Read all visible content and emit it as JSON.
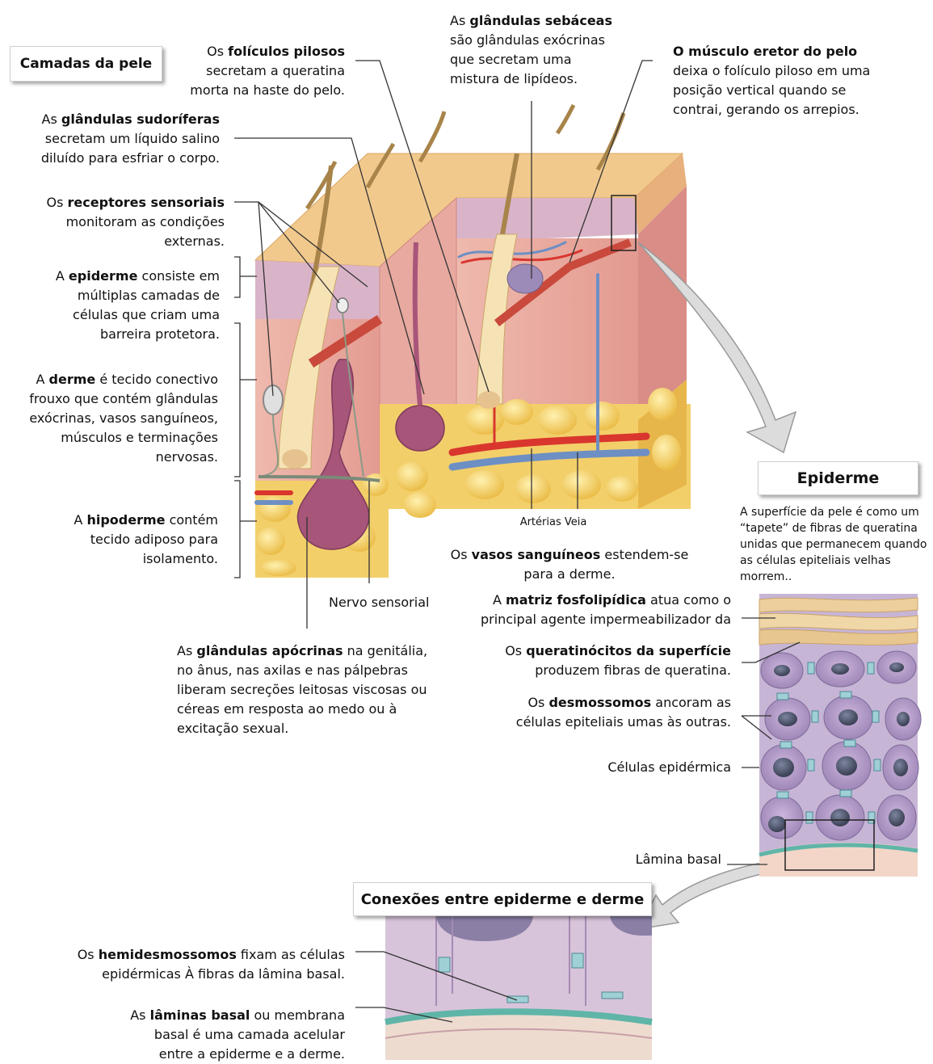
{
  "titles": {
    "main": "Camadas da pele",
    "epidermis": "Epiderme",
    "connections": "Conexões entre epiderme e derme"
  },
  "labels": {
    "folliculos_pre": "Os ",
    "folliculos_bold": "folículos pilosos",
    "folliculos_rest": "secretam a queratina morta na haste do pelo.",
    "sebaceas_pre": "As ",
    "sebaceas_bold": "glândulas sebáceas",
    "sebaceas_rest": "são glândulas exócrinas que secretam uma mistura de lipídeos.",
    "eretor_bold": "O músculo eretor do pelo",
    "eretor_rest": "deixa o folículo piloso em uma posição vertical quando se contrai, gerando os arrepios.",
    "sudoriferas_pre": "As ",
    "sudoriferas_bold": "glândulas sudoríferas",
    "sudoriferas_rest": "secretam um líquido salino diluído para esfriar o corpo.",
    "receptores_pre": "Os ",
    "receptores_bold": "receptores sensoriais",
    "receptores_rest": "monitoram as condições externas.",
    "epiderme_pre": "A ",
    "epiderme_bold": "epiderme",
    "epiderme_rest": " consiste em múltiplas camadas de células que criam uma barreira protetora.",
    "derme_pre": "A ",
    "derme_bold": "derme",
    "derme_rest": " é tecido conectivo frouxo que contém glândulas exócrinas, vasos sanguíneos, músculos e terminações nervosas.",
    "hipoderme_pre": "A ",
    "hipoderme_bold": "hipoderme",
    "hipoderme_rest": " contém tecido adiposo para isolamento.",
    "nervo": "Nervo sensorial",
    "arterias": "Artérias Veia",
    "vasos_pre": "Os ",
    "vasos_bold": "vasos sanguíneos",
    "vasos_rest": " estendem-se para a derme.",
    "apocrinas_pre": "As ",
    "apocrinas_bold": "glândulas apócrinas",
    "apocrinas_rest": " na genitália, no ânus, nas axilas e nas pálpebras liberam secreções leitosas viscosas ou céreas em resposta ao medo ou à excitação sexual.",
    "matriz_pre": "A ",
    "matriz_bold": "matriz fosfolipídica",
    "matriz_rest": " atua como o principal agente impermeabilizador da",
    "queratinocitos_pre": "Os ",
    "queratinocitos_bold": "queratinócitos da superfície",
    "queratinocitos_rest": "produzem fibras de queratina.",
    "desmossomos_pre": "Os ",
    "desmossomos_bold": "desmossomos",
    "desmossomos_rest": " ancoram as células epiteliais umas às outras.",
    "celulas": "Células epidérmica",
    "lamina": "Lâmina basal",
    "superficie": "A superfície da pele é como um “tapete” de fibras de queratina unidas que permanecem quando as células epiteliais velhas morrem..",
    "hemides_pre": "Os ",
    "hemides_bold": "hemidesmossomos",
    "hemides_rest": " fixam as células epidérmicas À fibras da lâmina basal.",
    "laminas_pre": "As ",
    "laminas_bold": "lâminas basal",
    "laminas_rest": " ou membrana basal é uma camada acelular entre a epiderme e a derme."
  },
  "colors": {
    "skin_top": "#f2c98d",
    "epidermis": "#d9b4c8",
    "dermis": "#e8a9a0",
    "fat": "#f4d26b",
    "artery": "#d9362e",
    "vein": "#6d8fc4",
    "gland": "#a8557a",
    "cell": "#b7a0c9",
    "basal": "#5fb5a8"
  }
}
